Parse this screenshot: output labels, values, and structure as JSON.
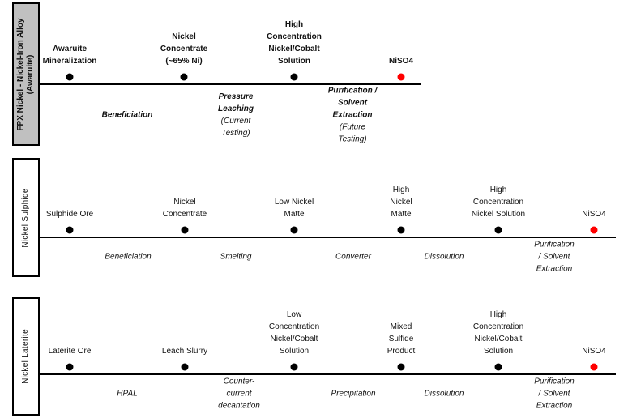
{
  "colors": {
    "dot": "#000000",
    "final_dot": "#ff0000",
    "box_fill_primary": "#c0c0c0"
  },
  "sections": [
    {
      "title": "FPX Nickel - Nickel-Iron Alloy\n(Awaruite)",
      "bold": true,
      "products": [
        {
          "label": "Awaruite\nMineralization",
          "final": false
        },
        {
          "label": "Nickel\nConcentrate\n(~65% Ni)",
          "final": false
        },
        {
          "label": "High\nConcentration\nNickel/Cobalt\nSolution",
          "final": false
        },
        {
          "label": "NiSO4",
          "final": true
        }
      ],
      "steps": [
        {
          "label": "Beneficiation",
          "note": ""
        },
        {
          "label": "Pressure\nLeaching",
          "note": "(Current\nTesting)"
        },
        {
          "label": "Purification /\nSolvent\nExtraction",
          "note": "(Future\nTesting)"
        }
      ]
    },
    {
      "title": "Nickel Sulphide",
      "bold": false,
      "products": [
        {
          "label": "Sulphide Ore",
          "final": false
        },
        {
          "label": "Nickel\nConcentrate",
          "final": false
        },
        {
          "label": "Low Nickel\nMatte",
          "final": false
        },
        {
          "label": "High\nNickel\nMatte",
          "final": false
        },
        {
          "label": "High\nConcentration\nNickel Solution",
          "final": false
        },
        {
          "label": "NiSO4",
          "final": true
        }
      ],
      "steps": [
        {
          "label": "Beneficiation",
          "note": ""
        },
        {
          "label": "Smelting",
          "note": ""
        },
        {
          "label": "Converter",
          "note": ""
        },
        {
          "label": "Dissolution",
          "note": ""
        },
        {
          "label": "Purification\n/ Solvent\nExtraction",
          "note": ""
        }
      ]
    },
    {
      "title": "Nickel Laterite",
      "bold": false,
      "products": [
        {
          "label": "Laterite Ore",
          "final": false
        },
        {
          "label": "Leach Slurry",
          "final": false
        },
        {
          "label": "Low\nConcentration\nNickel/Cobalt\nSolution",
          "final": false
        },
        {
          "label": "Mixed\nSulfide\nProduct",
          "final": false
        },
        {
          "label": "High\nConcentration\nNickel/Cobalt\nSolution",
          "final": false
        },
        {
          "label": "NiSO4",
          "final": true
        }
      ],
      "steps": [
        {
          "label": "HPAL",
          "note": ""
        },
        {
          "label": "Counter-\ncurrent\ndecantation",
          "note": ""
        },
        {
          "label": "Precipitation",
          "note": ""
        },
        {
          "label": "Dissolution",
          "note": ""
        },
        {
          "label": "Purification\n/ Solvent\nExtraction",
          "note": ""
        }
      ]
    }
  ]
}
